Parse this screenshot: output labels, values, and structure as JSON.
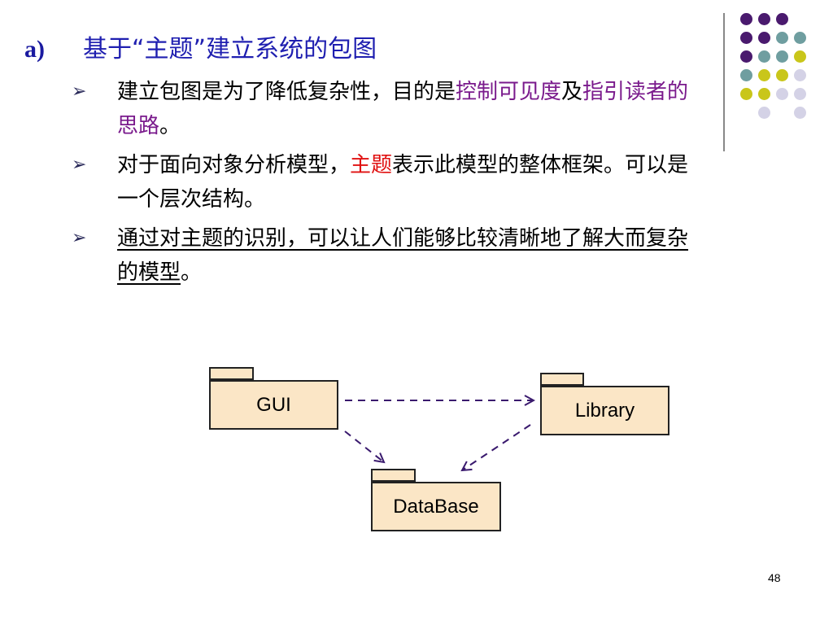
{
  "heading": {
    "number": "a)",
    "title": "基于“主题”建立系统的包图"
  },
  "bullets": [
    {
      "marker": "➢",
      "parts": [
        {
          "text": "建立包图是为了降低复杂性，目的是",
          "style": "normal"
        },
        {
          "text": "控制可见度",
          "style": "purple"
        },
        {
          "text": "及",
          "style": "normal"
        },
        {
          "text": "指引读者的思路",
          "style": "purple"
        },
        {
          "text": "。",
          "style": "normal"
        }
      ]
    },
    {
      "marker": "➢",
      "parts": [
        {
          "text": "对于面向对象分析模型，",
          "style": "normal"
        },
        {
          "text": "主题",
          "style": "red"
        },
        {
          "text": "表示此模型的整体框架。可以是一个层次结构。",
          "style": "normal"
        }
      ]
    },
    {
      "marker": "➢",
      "parts": [
        {
          "text": "通过对主题的识别，可以让人们能够比较清晰地了解大而复杂的模型",
          "style": "underline"
        },
        {
          "text": "。",
          "style": "normal"
        }
      ]
    }
  ],
  "diagram": {
    "packages": {
      "gui": "GUI",
      "library": "Library",
      "database": "DataBase"
    },
    "dependencies": [
      {
        "from": "GUI",
        "to": "Library"
      },
      {
        "from": "GUI",
        "to": "DataBase"
      },
      {
        "from": "Library",
        "to": "DataBase"
      }
    ]
  },
  "decor": {
    "colors": {
      "purple": "#4a1a6e",
      "teal": "#6f9ea0",
      "olive": "#c9c61a",
      "lavender": "#d4d2e6"
    },
    "grid": [
      [
        "purple",
        "purple",
        "purple",
        null
      ],
      [
        "purple",
        "purple",
        "teal",
        "teal"
      ],
      [
        "purple",
        "teal",
        "teal",
        "olive"
      ],
      [
        "teal",
        "olive",
        "olive",
        "lavender"
      ],
      [
        "olive",
        "olive",
        "lavender",
        "lavender"
      ],
      [
        null,
        "lavender",
        null,
        "lavender"
      ]
    ]
  },
  "page_number": "48"
}
